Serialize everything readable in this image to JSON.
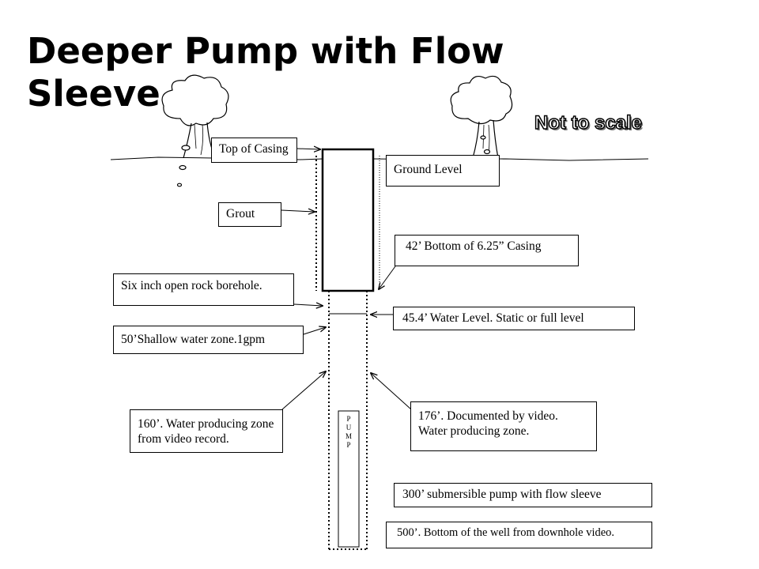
{
  "title_line1": "Deeper Pump with Flow",
  "title_line2": "Sleeve",
  "scale_note": "Not to scale",
  "labels": {
    "top_of_casing": "Top of Casing",
    "ground_level": "Ground Level",
    "grout": "Grout",
    "casing_bottom": "42’  Bottom of 6.25” Casing",
    "borehole": "Six inch open rock borehole.",
    "water_level": "45.4’  Water Level.  Static or full level",
    "shallow_zone": "50’Shallow water zone.1gpm",
    "zone_160": "160’.  Water producing zone from video record.",
    "zone_176": "176’. Documented by video. Water producing zone.",
    "pump_300": "300’ submersible pump with flow sleeve",
    "bottom_500": "500’.  Bottom of the well from downhole video."
  },
  "pump_letters": [
    "P",
    "U",
    "M",
    "P"
  ],
  "icons": [
    "tree-left",
    "tree-right"
  ]
}
